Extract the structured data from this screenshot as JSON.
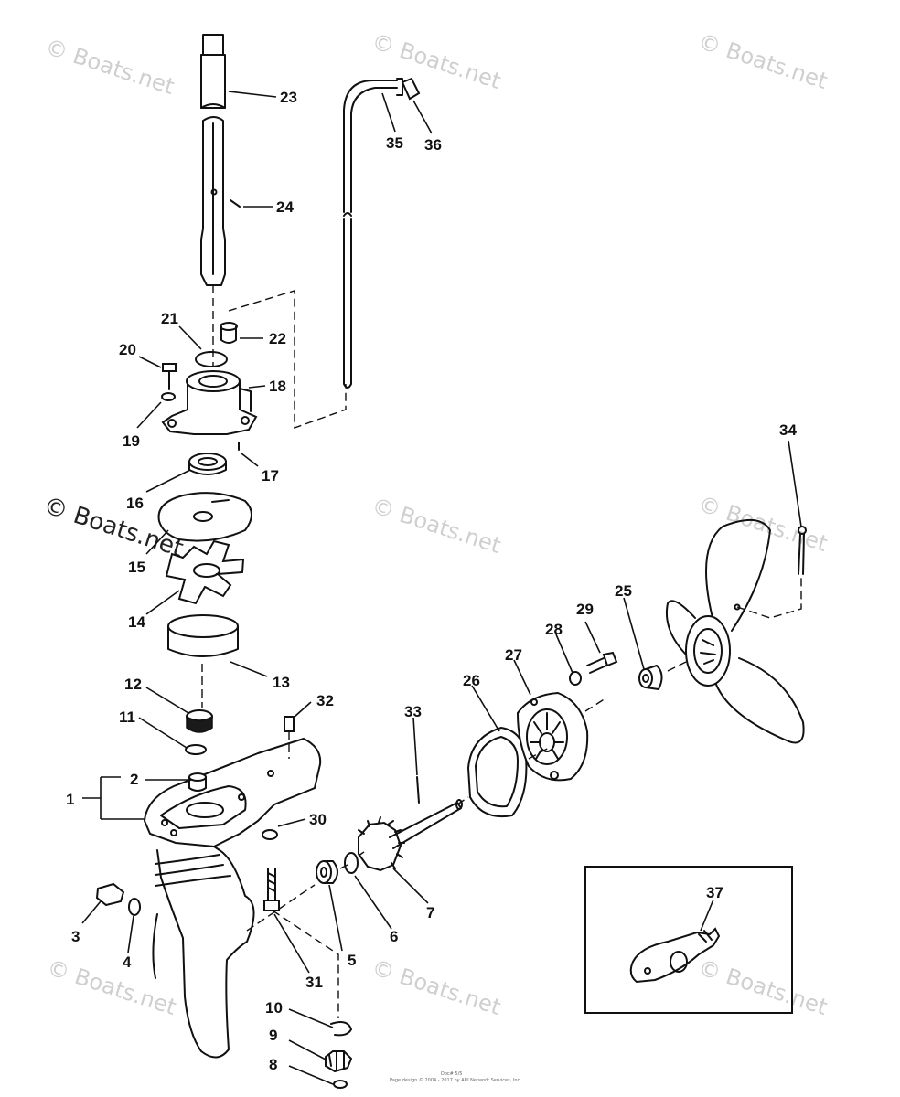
{
  "watermark": {
    "text": "© Boats.net"
  },
  "footer": {
    "line1": "Doc# 5/5",
    "line2": "Page design © 2004 - 2017 by ARI Network Services, Inc."
  },
  "callouts": {
    "c1": "1",
    "c2": "2",
    "c3": "3",
    "c4": "4",
    "c5": "5",
    "c6": "6",
    "c7": "7",
    "c8": "8",
    "c9": "9",
    "c10": "10",
    "c11": "11",
    "c12": "12",
    "c13": "13",
    "c14": "14",
    "c15": "15",
    "c16": "16",
    "c17": "17",
    "c18": "18",
    "c19": "19",
    "c20": "20",
    "c21": "21",
    "c22": "22",
    "c23": "23",
    "c24": "24",
    "c25": "25",
    "c26": "26",
    "c27": "27",
    "c28": "28",
    "c29": "29",
    "c30": "30",
    "c31": "31",
    "c32": "32",
    "c33": "33",
    "c34": "34",
    "c35": "35",
    "c36": "36",
    "c37": "37"
  }
}
